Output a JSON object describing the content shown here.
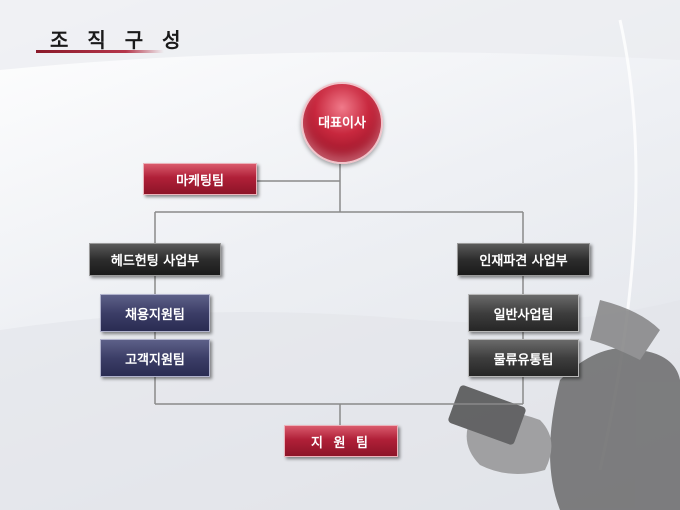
{
  "title": "조 직 구 성",
  "org": {
    "ceo": "대표이사",
    "marketing": "마케팅팀",
    "headhunting": "헤드헌팅 사업부",
    "dispatch": "인재파견 사업부",
    "recruit_support": "채용지원팀",
    "customer_support": "고객지원팀",
    "general_business": "일반사업팀",
    "logistics": "물류유통팀",
    "support": "지 원 팀"
  },
  "colors": {
    "accent_red": "#b02038",
    "dark": "#2d2d2d",
    "navy": "#3c3e67"
  }
}
